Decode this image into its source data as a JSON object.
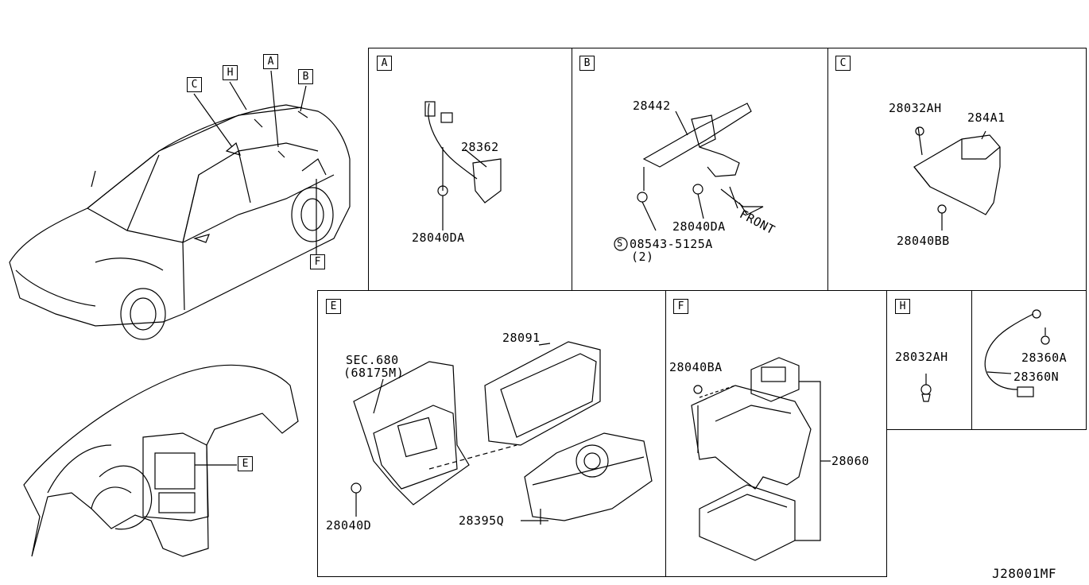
{
  "overview": {
    "car_callouts": [
      "A",
      "B",
      "C",
      "H",
      "F"
    ],
    "dash_callout": "E"
  },
  "panels": {
    "A": {
      "letter": "A",
      "labels": [
        "28362",
        "28040DA"
      ]
    },
    "B": {
      "letter": "B",
      "labels": [
        "28442",
        "28040DA",
        "FRONT",
        "08543-5125A",
        "(2)"
      ],
      "screw_symbol": "S"
    },
    "C": {
      "letter": "C",
      "labels": [
        "28032AH",
        "284A1",
        "28040BB"
      ]
    },
    "E": {
      "letter": "E",
      "labels": [
        "SEC.680",
        "(68175M)",
        "28091",
        "28040D",
        "28395Q"
      ]
    },
    "F": {
      "letter": "F",
      "labels": [
        "28040BA",
        "28060"
      ]
    },
    "H": {
      "letter": "H",
      "labels": [
        "28032AH",
        "28360A",
        "28360N"
      ]
    }
  },
  "diagram_code": "J28001MF"
}
